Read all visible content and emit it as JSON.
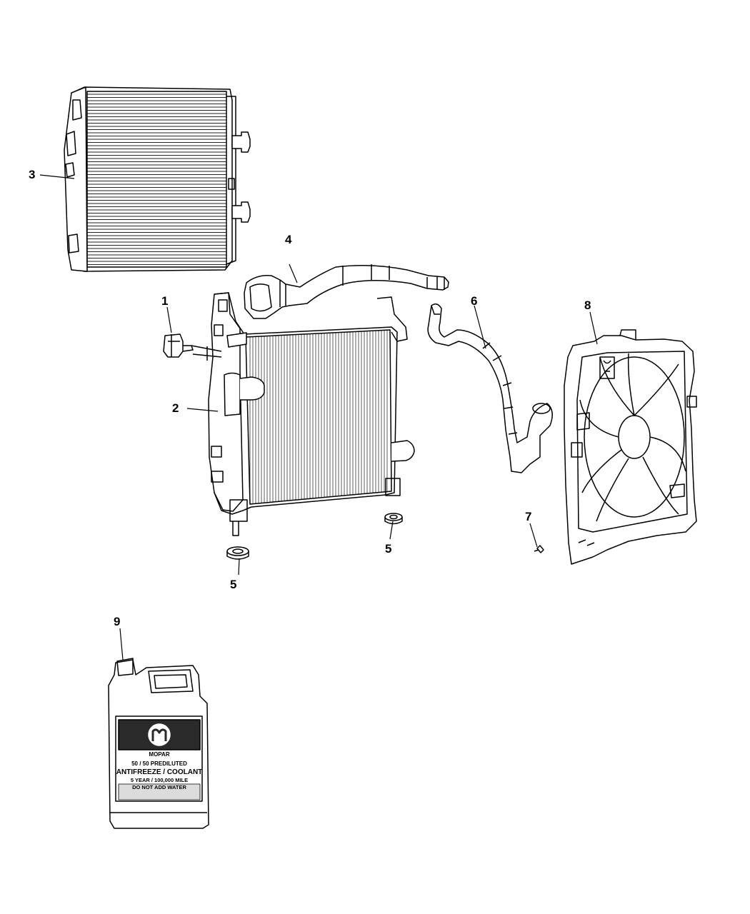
{
  "callouts": [
    {
      "id": "c1",
      "label": "1"
    },
    {
      "id": "c2",
      "label": "2"
    },
    {
      "id": "c3",
      "label": "3"
    },
    {
      "id": "c4",
      "label": "4"
    },
    {
      "id": "c5a",
      "label": "5"
    },
    {
      "id": "c5b",
      "label": "5"
    },
    {
      "id": "c6",
      "label": "6"
    },
    {
      "id": "c7",
      "label": "7"
    },
    {
      "id": "c8",
      "label": "8"
    },
    {
      "id": "c9",
      "label": "9"
    }
  ],
  "jug_label": {
    "brand": "MOPAR",
    "line1": "50 / 50 PREDILUTED",
    "line2": "ANTIFREEZE / COOLANT",
    "line3": "5 YEAR / 100,000 MILE",
    "line4": "DO NOT ADD WATER"
  }
}
